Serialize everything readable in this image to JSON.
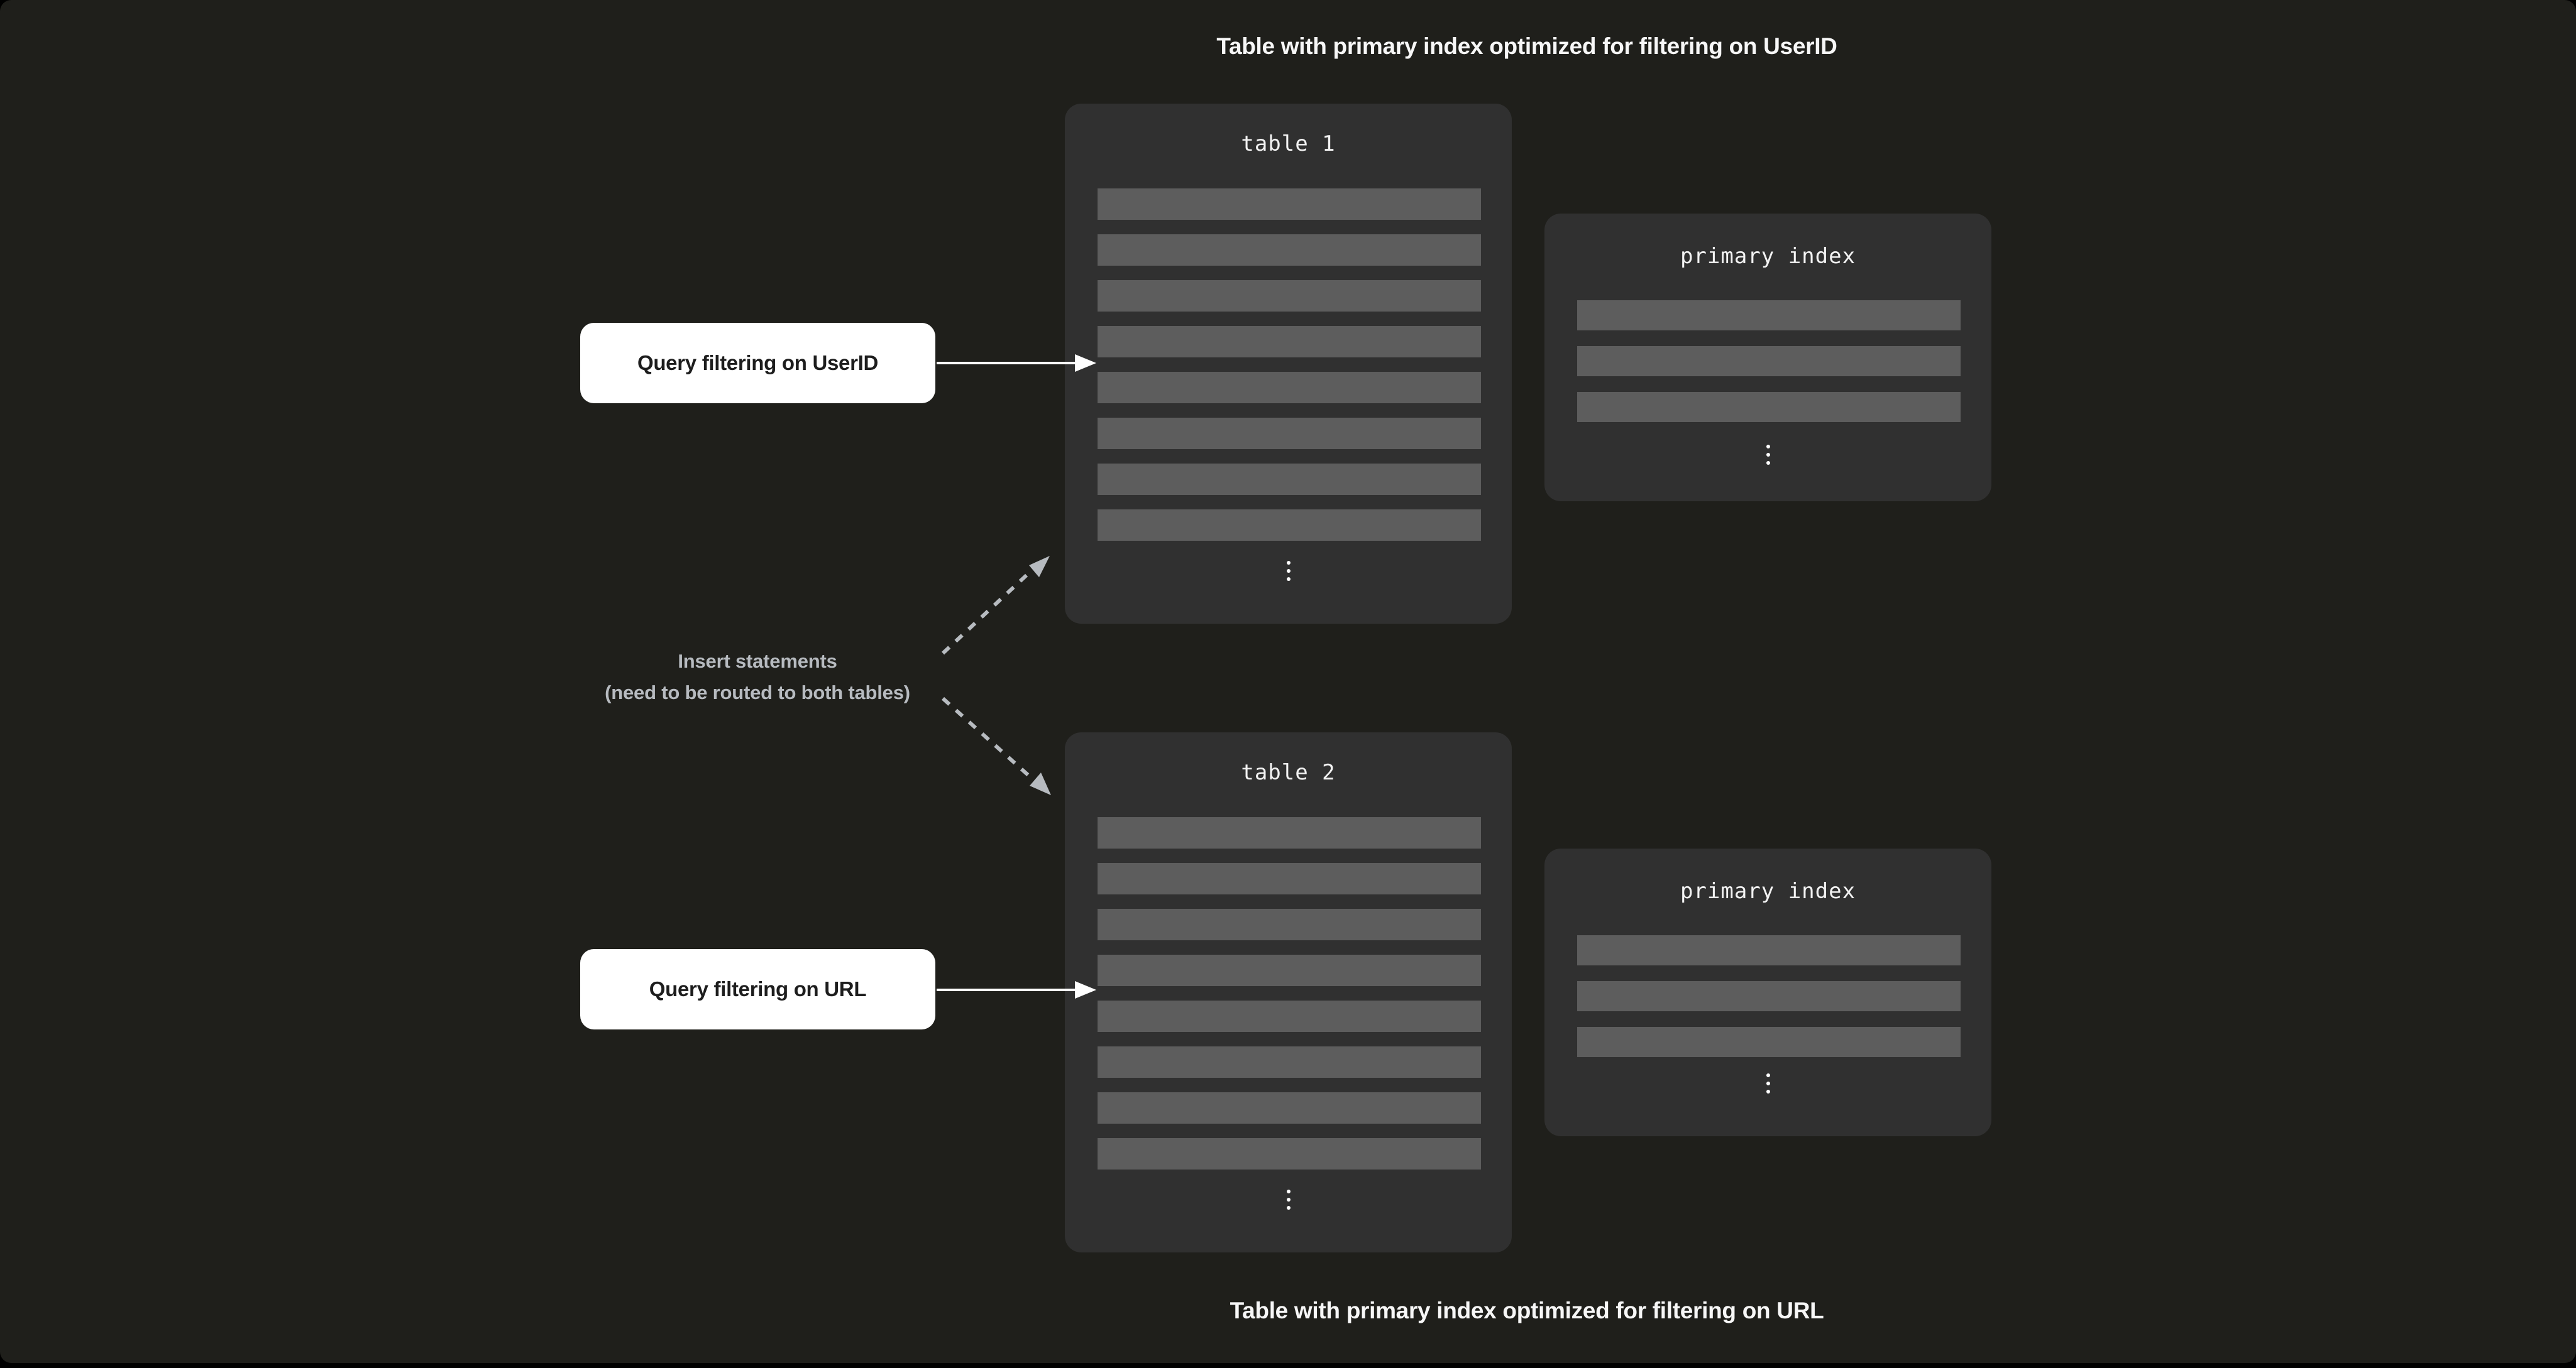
{
  "captions": {
    "top": "Table with primary index optimized for filtering on UserID",
    "bottom": "Table with primary index optimized for filtering on URL"
  },
  "tables": [
    {
      "title": "table 1",
      "row_count": 8
    },
    {
      "title": "table 2",
      "row_count": 8
    }
  ],
  "indexes": [
    {
      "title": "primary index",
      "row_count": 3
    },
    {
      "title": "primary index",
      "row_count": 3
    }
  ],
  "callouts": {
    "query_userid": {
      "label": "Query filtering on UserID",
      "target": "table 1"
    },
    "query_url": {
      "label": "Query filtering on URL",
      "target": "table 2"
    },
    "insert": {
      "line1": "Insert statements",
      "line2": "(need to be routed to both tables)"
    }
  },
  "icons": {
    "vertical_ellipsis": "vertical-ellipsis-icon",
    "solid_arrow": "arrow-right-icon",
    "dashed_arrow": "dashed-arrow-icon"
  },
  "colors": {
    "outside_bg": "#000000",
    "panel_bg": "#1f1f1b",
    "box_bg": "#303030",
    "row_bar": "#5d5d5d",
    "white": "#ffffff",
    "muted_gray": "#b7bbc0",
    "dark_text": "#1d1d1d"
  }
}
